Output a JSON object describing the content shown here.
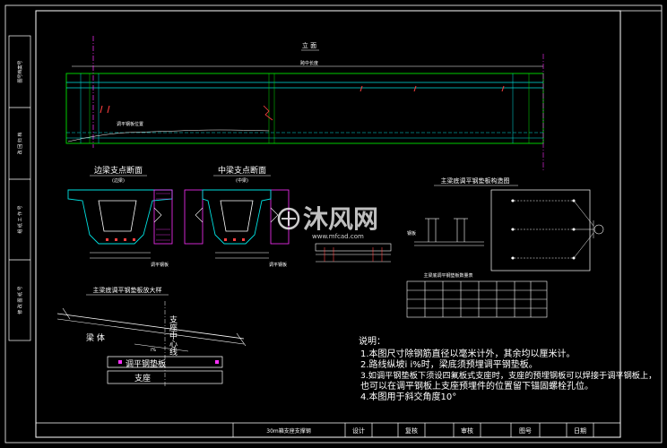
{
  "drawing": {
    "side_labels": [
      "图号档案号",
      "改 回 归 档",
      "组 纸 工 作 号",
      "修 改 图 纸 号"
    ],
    "elevation": {
      "title": "立 面",
      "dim_label": "跨中长度",
      "sub_label": "调平钢板位置"
    },
    "section_edge": {
      "title": "边梁支点断面",
      "subtitle": "(边梁)",
      "note": "调平钢板"
    },
    "section_mid": {
      "title": "中梁支点断面",
      "subtitle": "(中梁)",
      "note": "调平钢板"
    },
    "plate_detail": {
      "title": "主梁底调平钢垫板构造图",
      "left_note": "钢板",
      "table_title": "主梁底调平钢垫板数量表"
    },
    "enlarged": {
      "title": "主梁底调平钢垫板放大样",
      "beam": "梁 体",
      "slope": "i%",
      "plate": "调平钢垫板",
      "support": "支座",
      "axis": "支座中心线"
    },
    "notes": {
      "heading": "说明：",
      "lines": [
        "1.本图尺寸除钢筋直径以毫米计外，其余均以厘米计。",
        "2.路线纵坡i   i%时，梁底须预埋调平钢垫板。",
        "3.如调平钢垫板下须设四氟板式支座时，支座的预埋钢板可以焊接于调平钢板上，",
        "  也可以在调平钢板上支座预埋件的位置留下锚固螺栓孔位。",
        "4.本图用于斜交角度10°"
      ]
    },
    "title_block": {
      "name": "30m箱支座支撑钢",
      "cells": [
        "设计",
        "复核",
        "审核",
        "图号",
        "日期"
      ]
    },
    "watermark": {
      "brand": "沐风网",
      "url": "www.mfcad.com"
    },
    "colors": {
      "frame": "#ffffff",
      "green": "#00e000",
      "cyan": "#00e0e0",
      "magenta": "#ff30ff",
      "red": "#ff4040",
      "yellow": "#ffff40"
    }
  }
}
